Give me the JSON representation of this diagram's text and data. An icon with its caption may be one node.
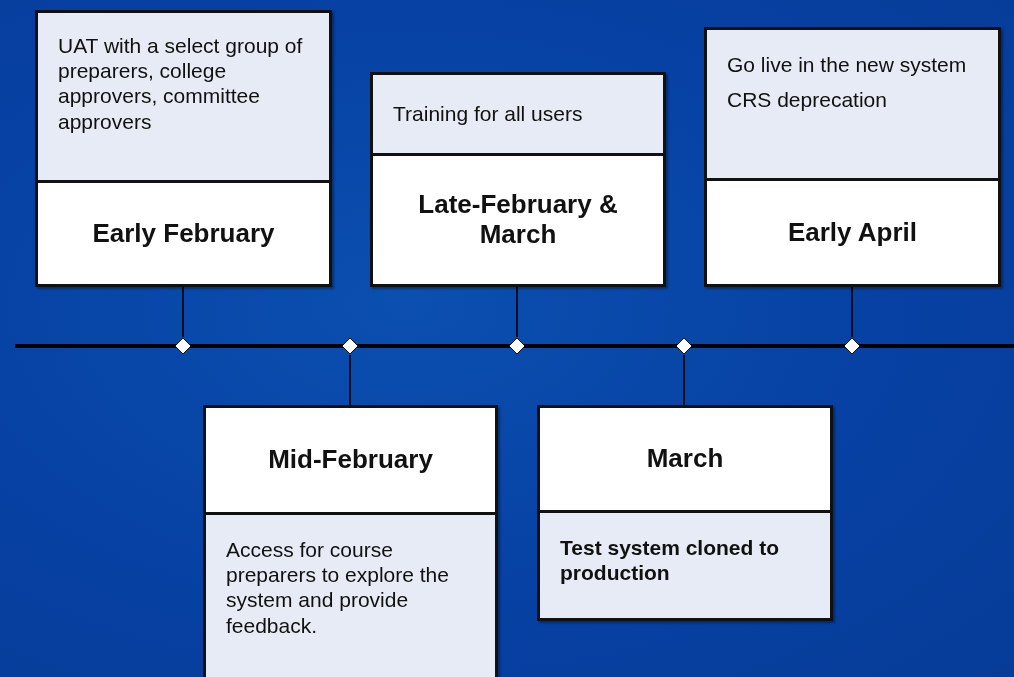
{
  "diagram": {
    "nodes": [
      {
        "text": [
          "UAT with a select group of preparers, college approvers, committee approvers",
          "Early February"
        ]
      },
      {
        "text": [
          "Training for all users",
          "Late-February & March"
        ]
      },
      {
        "text": [
          "Go live in the new system",
          "CRS deprecation",
          "Early April"
        ]
      },
      {
        "text": [],
        "shape": "diamond"
      },
      {
        "text": [],
        "shape": "diamond"
      },
      {
        "text": [],
        "shape": "diamond"
      },
      {
        "text": [],
        "shape": "diamond"
      },
      {
        "text": [],
        "shape": "diamond"
      },
      {
        "text": [
          "Mid-February",
          "Access for course preparers to explore the system and provide feedback."
        ]
      },
      {
        "text": [
          "March",
          "Test system cloned to production"
        ]
      }
    ],
    "edges": [
      {
        "from": 0,
        "to": 3,
        "arrow": "none"
      },
      {
        "from": 8,
        "to": 4,
        "arrow": "none"
      },
      {
        "from": 1,
        "to": 5,
        "arrow": "none"
      },
      {
        "from": 9,
        "to": 6,
        "arrow": "none"
      },
      {
        "from": 2,
        "to": 7,
        "arrow": "none"
      }
    ]
  }
}
